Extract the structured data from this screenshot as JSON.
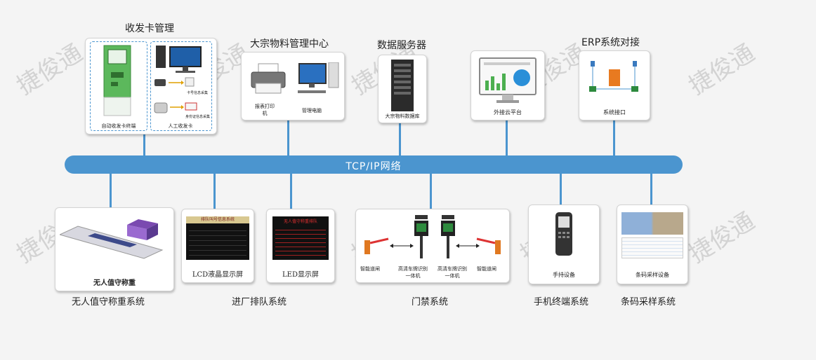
{
  "bus": {
    "label": "TCP/IP网络"
  },
  "watermark": "捷俊通",
  "top": {
    "card_mgmt": {
      "title": "收发卡管理",
      "self_service_label": "自动收发卡终端",
      "manual_label": "人工收发卡",
      "ic_label": "卡号信息采集",
      "id_label": "身份证信息采集"
    },
    "center": {
      "title": "大宗物料管理中心",
      "printer_label": "报表打印机",
      "pc_label": "管理电脑"
    },
    "server": {
      "title": "数据服务器",
      "db_label": "大宗物料数据库"
    },
    "cloud": {
      "title": "",
      "platform_label": "外接云平台"
    },
    "erp": {
      "title": "ERP系统对接",
      "iface_label": "系统接口"
    }
  },
  "bottom": {
    "weigh": {
      "inner_label": "无人值守称重",
      "caption": "无人值守称重系统"
    },
    "queue": {
      "lcd_label": "LCD液晶显示屏",
      "led_label": "LED显示屏",
      "lcd_header": "排队叫号信息系统",
      "led_header": "无人值守称重排队",
      "caption": "进厂排队系统"
    },
    "gate": {
      "caption": "门禁系统",
      "left_barrier": "智能道闸",
      "left_cam": "高清车牌识别一体机",
      "right_cam": "高清车牌识别一体机",
      "right_barrier": "智能道闸"
    },
    "mobile": {
      "inner_label": "手持设备",
      "caption": "手机终端系统"
    },
    "sampling": {
      "inner_label": "条码采样设备",
      "caption": "条码采样系统"
    }
  },
  "colors": {
    "bus": "#4b95cf",
    "led_text": "#e03030",
    "kiosk": "#5cb85c"
  },
  "icons": [
    "kiosk-icon",
    "computer-icon",
    "card-reader-icon",
    "printer-icon",
    "pc-icon",
    "server-icon",
    "monitor-dashboard-icon",
    "interface-diagram-icon",
    "truck-scale-icon",
    "lcd-screen-icon",
    "led-screen-icon",
    "barrier-gate-icon",
    "plate-camera-icon",
    "handheld-device-icon",
    "sampling-photo-icon"
  ]
}
